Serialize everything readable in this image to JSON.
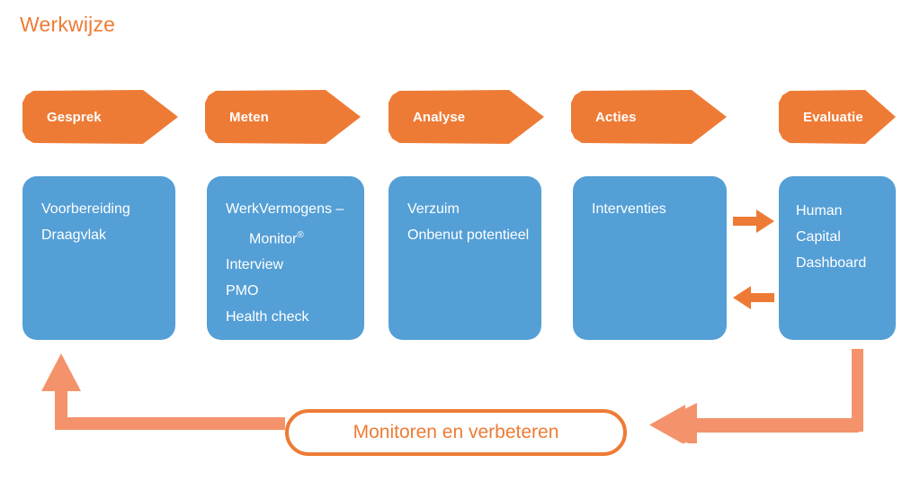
{
  "page": {
    "title": "Werkwijze"
  },
  "colors": {
    "orange": "#EE7B35",
    "salmon": "#F4936B",
    "blue": "#549FD6",
    "white": "#FFFFFF",
    "background": "#FFFFFF"
  },
  "phases": [
    {
      "label": "Gesprek"
    },
    {
      "label": "Meten"
    },
    {
      "label": "Analyse"
    },
    {
      "label": "Acties"
    },
    {
      "label": "Evaluatie"
    }
  ],
  "cards": [
    {
      "name": "gesprek",
      "lines": [
        {
          "text": "Voorbereiding",
          "indent": false
        },
        {
          "text": "Draagvlak",
          "indent": false
        }
      ]
    },
    {
      "name": "meten",
      "lines": [
        {
          "text": "WerkVermogens –",
          "indent": false
        },
        {
          "text": "Monitor",
          "suffix": "®",
          "indent": true
        },
        {
          "text": "Interview",
          "indent": false
        },
        {
          "text": "PMO",
          "indent": false
        },
        {
          "text": "Health check",
          "indent": false
        }
      ]
    },
    {
      "name": "analyse",
      "lines": [
        {
          "text": "Verzuim",
          "indent": false
        },
        {
          "text": "Onbenut potentieel",
          "indent": false
        }
      ]
    },
    {
      "name": "acties",
      "lines": [
        {
          "text": "Interventies",
          "indent": false
        }
      ]
    },
    {
      "name": "evaluatie",
      "lines": [
        {
          "text": "Human",
          "indent": false
        },
        {
          "text": "Capital",
          "indent": false
        },
        {
          "text": "Dashboard",
          "indent": false
        }
      ]
    }
  ],
  "connectors": {
    "acties_to_evaluatie": "arrow-right-icon",
    "evaluatie_to_acties": "arrow-left-icon",
    "loop_return_left": "elbow-arrow-up-icon",
    "loop_return_right": "elbow-arrow-left-icon"
  },
  "monitor": {
    "label": "Monitoren en verbeteren"
  }
}
